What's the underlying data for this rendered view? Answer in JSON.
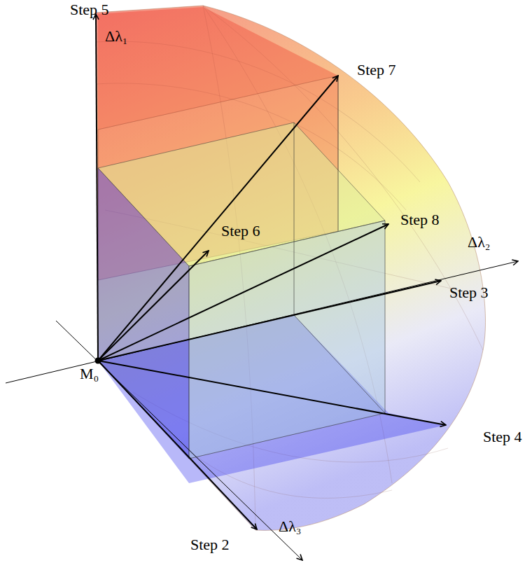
{
  "diagram": {
    "labels": [
      "Step 5",
      "Δλ₁",
      "Step 7",
      "Step 6",
      "Step 8",
      "Δλ₂",
      "Step 3",
      "M₀",
      "Step 4",
      "Step 2",
      "Δλ₃"
    ]
  }
}
